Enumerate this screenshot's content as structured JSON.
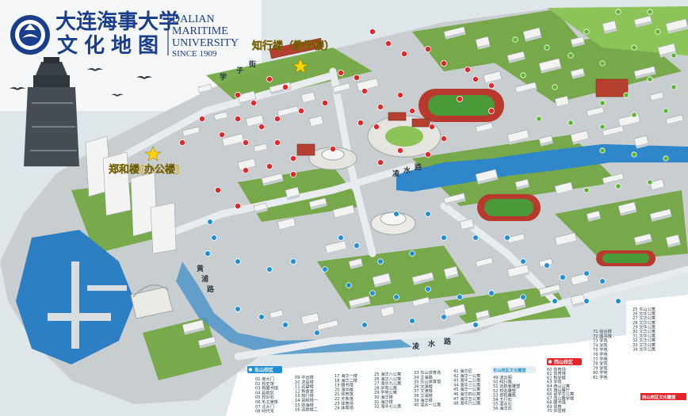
{
  "logo": {
    "cn_line1": "大连海事大学",
    "cn_line2": "文化地图",
    "en_line1": "DALIAN",
    "en_line2": "MARITIME",
    "en_line3": "UNIVERSITY",
    "en_line4": "SINCE 1909"
  },
  "callouts": {
    "teaching": "知行楼（教学楼）",
    "office": "郑和楼(办公楼)"
  },
  "roads": {
    "xuezi": [
      "学",
      "子",
      "街"
    ],
    "lingshui": [
      "凌",
      "水",
      "路"
    ],
    "huangpu": [
      "黄",
      "浦",
      "路"
    ]
  },
  "colors": {
    "pin_red": "#e2262a",
    "pin_blue": "#1e8fd6",
    "pin_green": "#5cb531",
    "water": "#2f86c9",
    "grass": "#6fa53c",
    "track": "#b8392e"
  },
  "legend": {
    "east_header": "东山校区",
    "east_col1": [
      "01 南大门",
      "02 校史馆",
      "03 新图书馆",
      "04 启航区",
      "05 校训石",
      "06 毛主席像",
      "07 北大门",
      "08 时代号"
    ],
    "east_col2": [
      "09 中远楼",
      "10 求是楼",
      "11 远望楼",
      "12 新食堂",
      "13 知行楼",
      "14 郑和楼一",
      "15 航海楼",
      "16 远航楼二"
    ],
    "east_col3": [
      "17 海华一楼",
      "18 海华二楼",
      "19 图书馆",
      "20 海华楼",
      "21 体育馆",
      "22 天象馆",
      "23 体育场",
      "24 体育场"
    ],
    "east_col4": [
      "25 海华八公寓",
      "26 海华八公寓",
      "27 海华九公寓",
      "28 学苑公寓",
      "29 学苑公寓",
      "30 海华楼",
      "31 海华楼",
      "32 海华七公寓"
    ],
    "east_col5": [
      "33 东山体育场",
      "34 文海路",
      "35 东山体育馆",
      "36 文渊楼",
      "37 文津楼",
      "38 文澜楼",
      "39 海华楼",
      "40 凌水一公寓"
    ],
    "east_col6": [
      "41 海华区",
      "42 海华一公寓",
      "43 海华二公寓",
      "44 海华三公寓",
      "45 海华一公寓",
      "46 海华四公寓",
      "47 海华五公寓",
      "48 海华六公寓"
    ],
    "culture_header": "东山校区文化雕塑",
    "culture": [
      "49 凌云阁",
      "50 知行路",
      "51 远航者雕塑",
      "52 校名雕塑",
      "53 郑和雕像",
      "54 五行石",
      "55 凌水石",
      "56 海洋石"
    ],
    "west_header": "西山校区",
    "west": [
      "60 体育场",
      "61 体育馆",
      "62 新学楼",
      "63 学苑",
      "64 西山公寓",
      "65 西山餐厅",
      "66 留学生公寓",
      "67 西山教学楼",
      "68 图书馆",
      "69 体育",
      "70 实验楼"
    ],
    "right_col1": [
      "71 综合楼",
      "72 图书馆",
      "73 学苑",
      "74 学苑",
      "75 学苑",
      "76 学苑",
      "77 学苑",
      "78 学苑",
      "79 学苑",
      "80 学苑",
      "81 学苑"
    ],
    "right_col2": [
      "25 东山公寓",
      "26 文华公寓",
      "27 文华公寓",
      "28 文华公寓",
      "29 文华公寓",
      "30 文华公寓",
      "31 文华公寓",
      "32 文华公寓",
      "33 文华公寓",
      "34 文华公寓"
    ],
    "right_culture_header": "西山校区文化雕塑"
  }
}
